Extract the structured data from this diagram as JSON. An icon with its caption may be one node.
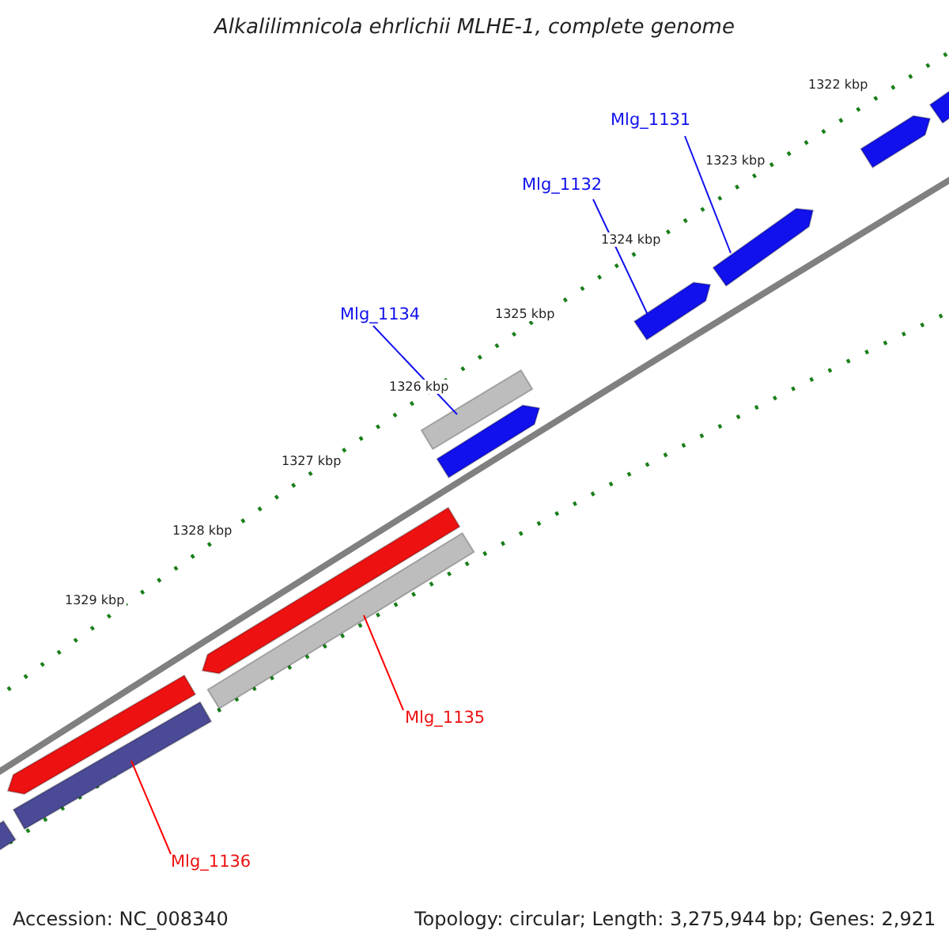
{
  "diagram": {
    "title": "Alkalilimnicola ehrlichii MLHE-1, complete genome",
    "nodes": [
      {
        "text": [
          "Mlg_1131"
        ]
      },
      {
        "text": [
          "Mlg_1132"
        ]
      },
      {
        "text": [
          "Mlg_1134"
        ]
      },
      {
        "text": [
          "Mlg_1135"
        ]
      },
      {
        "text": [
          "Mlg_1136"
        ]
      },
      {
        "text": [],
        "shape": "bar"
      },
      {
        "text": [],
        "shape": "arrow"
      },
      {
        "text": [],
        "shape": "bar"
      },
      {
        "text": [],
        "shape": "arrow"
      },
      {
        "text": [],
        "shape": "bar"
      },
      {
        "text": [],
        "shape": "bar"
      },
      {
        "text": [],
        "shape": "arrow"
      },
      {
        "text": [],
        "shape": "arrow"
      },
      {
        "text": [],
        "shape": "arrow"
      },
      {
        "text": [],
        "shape": "arrow"
      },
      {
        "text": [],
        "shape": "arrow"
      }
    ],
    "edges": [
      {
        "from": 0,
        "to": 13,
        "arrow": "none"
      },
      {
        "from": 1,
        "to": 12,
        "arrow": "none"
      },
      {
        "from": 2,
        "to": 10,
        "arrow": "none"
      },
      {
        "from": 3,
        "to": 9,
        "arrow": "none",
        "color": "#ff0000"
      },
      {
        "from": 4,
        "to": 7,
        "arrow": "none",
        "color": "#ff0000"
      }
    ],
    "labels": [
      "1322 kbp",
      "1323 kbp",
      "1324 kbp",
      "1325 kbp",
      "1326 kbp",
      "1327 kbp",
      "1328 kbp",
      "1329 kbp",
      "Accession: NC_008340",
      "Topology: circular; Length: 3,275,944 bp; Genes: 2,921"
    ]
  }
}
